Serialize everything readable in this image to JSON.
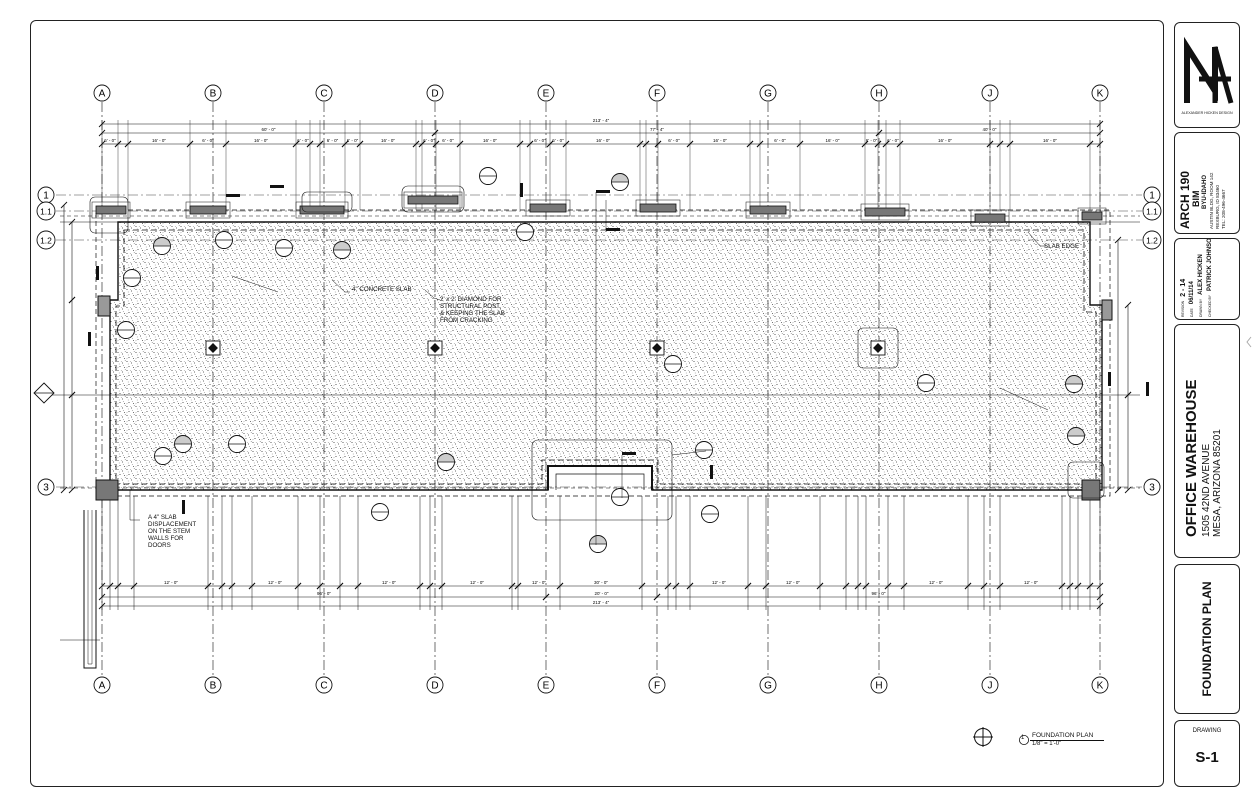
{
  "grid": {
    "columns": [
      "A",
      "B",
      "C",
      "D",
      "E",
      "F",
      "G",
      "H",
      "J",
      "K"
    ],
    "rows": [
      "1",
      "1.1",
      "1.2",
      "3"
    ]
  },
  "dimensions": {
    "overall_top": "213' - 4\"",
    "overall_top_left": "60' - 0\"",
    "overall_top_mid": "77' - 4\"",
    "overall_top_right": "40' - 0\"",
    "overall_bottom": "213' - 4\"",
    "bottom_left": "96' - 0\"",
    "bottom_mid": "20' - 0\"",
    "bottom_right": "96' - 0\"",
    "segment": "12' - 0\"",
    "segment_small": "2' - 0\"",
    "segment_door": "30' - 0\"",
    "segment_top": "16' - 0\"",
    "segment_top_b": "6' - 0\"",
    "segment_top_c": "17' - 4\""
  },
  "notes": {
    "concrete_slab": "4\" CONCRETE SLAB",
    "diamond_post": [
      "2' x 2' DIAMOND FOR",
      "STRUCTURAL POST,",
      "& KEEPING THE SLAB",
      "FROM CRACKING"
    ],
    "slab_edge": "SLAB EDGE",
    "slab_displacement": [
      "A 4\" SLAB",
      "DISPLACEMENT",
      "ON THE STEM",
      "WALLS FOR",
      "DOORS"
    ]
  },
  "view_title": {
    "number": "1",
    "name": "FOUNDATION PLAN",
    "scale": "1/8\" = 1'-0\""
  },
  "title_block": {
    "logo_letters": "NA",
    "logo_caption": "ALEXANDER HICKEN DESIGN",
    "course": "ARCH 190",
    "course_sub": "BIM",
    "school": "BYU-IDAHO",
    "address_lines": [
      "AUSTIN BLDG, ROOM 142",
      "REXBURG, ID 83460",
      "TEL: 208-496-4667"
    ],
    "revision_label": "REVISION",
    "revision": "2 - 14",
    "date_label": "DATE",
    "date": "06/11/14",
    "drawn_label": "DRAWN BY",
    "drawn": "ALEX HICKEN",
    "checked_label": "CHECKED BY",
    "checked": "PATRICK JOHNSON",
    "project": "OFFICE WAREHOUSE",
    "project_address": "1505 42ND AVENUE",
    "project_city": "MESA, ARIZONA 85201",
    "sheet_title": "FOUNDATION PLAN",
    "drawing_label": "DRAWING",
    "drawing_number": "S-1"
  }
}
